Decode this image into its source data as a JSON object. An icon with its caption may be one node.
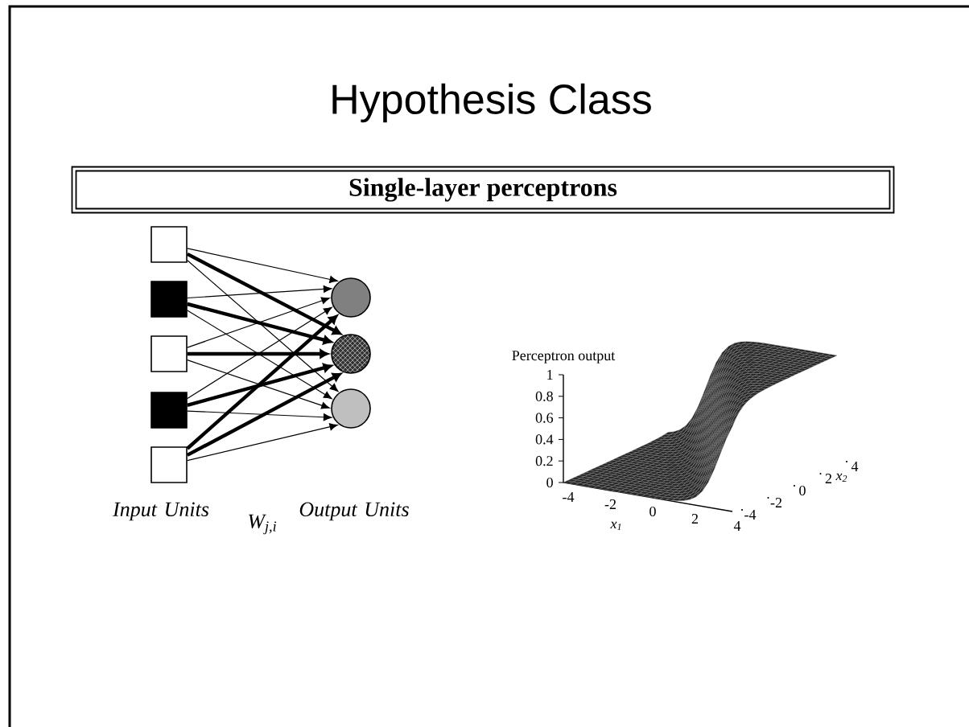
{
  "diagram": {
    "title": "Hypothesis Class",
    "nodes": [
      {
        "text": [
          "Single-layer perceptrons"
        ]
      },
      {
        "text": [],
        "shape": "box"
      },
      {
        "text": [],
        "shape": "box"
      },
      {
        "text": [],
        "shape": "box"
      },
      {
        "text": [],
        "shape": "box"
      },
      {
        "text": [],
        "shape": "box"
      },
      {
        "text": [],
        "shape": "circle"
      },
      {
        "text": [],
        "shape": "circle"
      },
      {
        "text": [],
        "shape": "circle"
      }
    ],
    "edges": [
      {
        "from": 1,
        "to": 6,
        "arrow": "to"
      },
      {
        "from": 1,
        "to": 7,
        "arrow": "to",
        "style": "thick"
      },
      {
        "from": 1,
        "to": 8,
        "arrow": "to"
      },
      {
        "from": 2,
        "to": 6,
        "arrow": "to"
      },
      {
        "from": 2,
        "to": 7,
        "arrow": "to",
        "style": "thick"
      },
      {
        "from": 2,
        "to": 8,
        "arrow": "to"
      },
      {
        "from": 3,
        "to": 6,
        "arrow": "to"
      },
      {
        "from": 3,
        "to": 7,
        "arrow": "to",
        "style": "thick"
      },
      {
        "from": 3,
        "to": 8,
        "arrow": "to"
      },
      {
        "from": 4,
        "to": 6,
        "arrow": "to"
      },
      {
        "from": 4,
        "to": 7,
        "arrow": "to",
        "style": "thick"
      },
      {
        "from": 4,
        "to": 8,
        "arrow": "to"
      },
      {
        "from": 5,
        "to": 6,
        "arrow": "to",
        "style": "thick"
      },
      {
        "from": 5,
        "to": 7,
        "arrow": "to",
        "style": "thick"
      },
      {
        "from": 5,
        "to": 8,
        "arrow": "to"
      }
    ],
    "labels": [
      "Input Units",
      "W$_{j,i}$",
      "Output Units",
      "Perceptron output",
      "1",
      "0.8",
      "0.6",
      "0.4",
      "0.2",
      "0",
      "-4",
      "-2",
      "0",
      "2",
      "4",
      "x$_{1}$",
      "-4",
      "-2",
      "0",
      "2",
      "4",
      "x$_{2}$"
    ]
  }
}
